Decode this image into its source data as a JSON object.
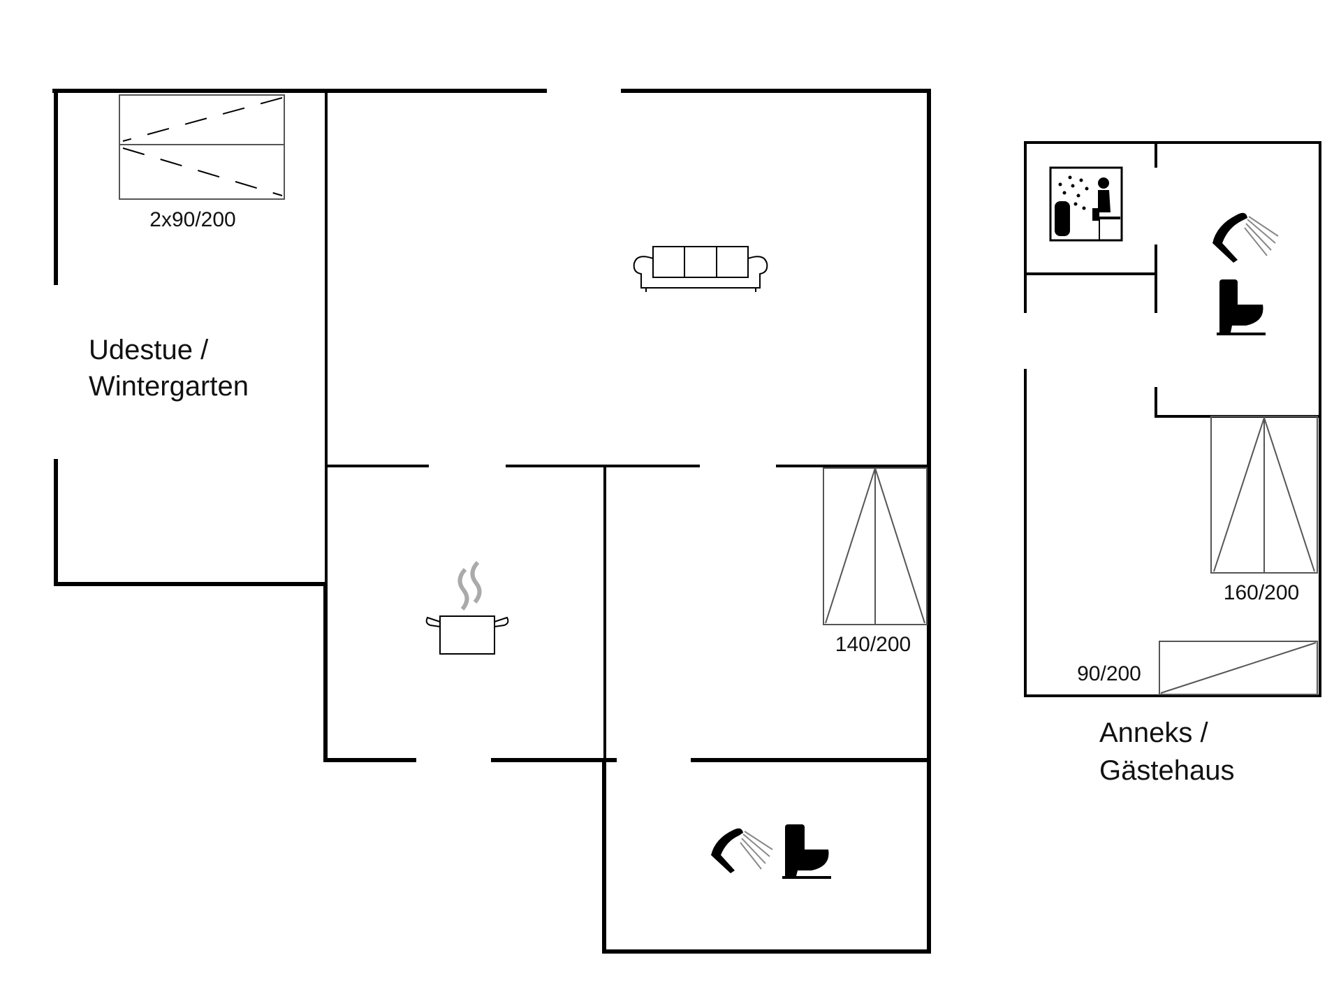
{
  "rooms": {
    "udestue": {
      "line1": "Udestue /",
      "line2": "Wintergarten"
    },
    "anneks": {
      "line1": "Anneks /",
      "line2": "Gästehaus"
    }
  },
  "beds": {
    "bed_udestue": "2x90/200",
    "bed_main": "140/200",
    "bed_anneks_double": "160/200",
    "bed_anneks_single": "90/200"
  },
  "icons": {
    "sofa": "sofa-icon",
    "kitchen": "cooking-pot-icon",
    "shower": "shower-icon",
    "toilet": "toilet-icon",
    "sauna": "sauna-icon"
  },
  "colors": {
    "wall": "#000000",
    "background": "#ffffff"
  }
}
